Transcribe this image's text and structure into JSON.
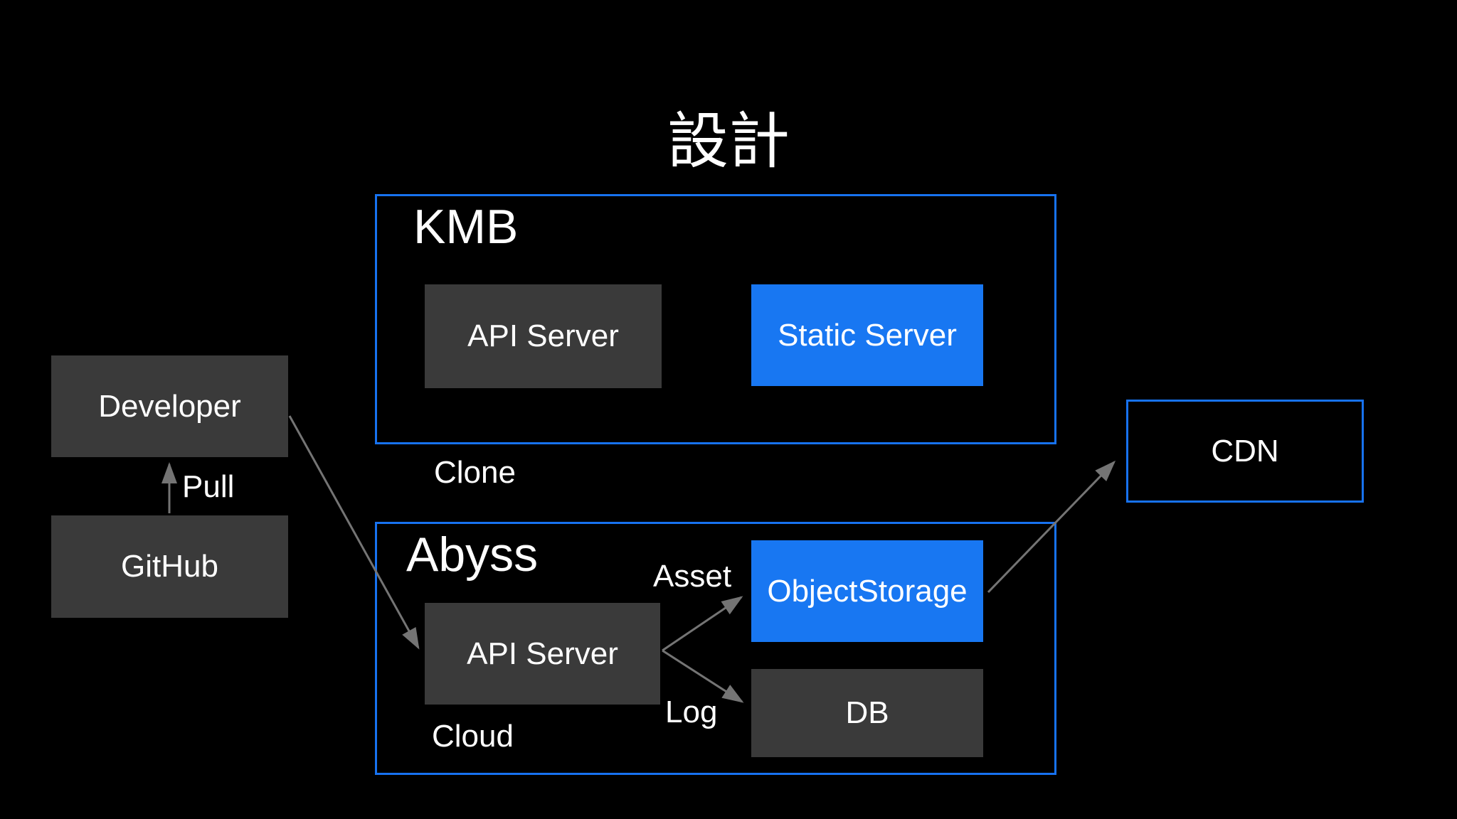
{
  "title": "設計",
  "colors": {
    "background": "#000000",
    "panel_border_blue": "#1772f0",
    "accent_blue_fill": "#1877f2",
    "dark_box_fill": "#3a3a3a",
    "arrow_gray": "#747474",
    "text_white": "#ffffff"
  },
  "groups": {
    "kmb": {
      "label": "KMB",
      "nodes": {
        "api_server": {
          "label": "API Server"
        },
        "static_server": {
          "label": "Static Server"
        }
      }
    },
    "abyss": {
      "label": "Abyss",
      "footer_label": "Cloud",
      "nodes": {
        "api_server": {
          "label": "API Server"
        },
        "object_storage": {
          "label": "ObjectStorage"
        },
        "db": {
          "label": "DB"
        }
      }
    }
  },
  "nodes": {
    "developer": {
      "label": "Developer"
    },
    "github": {
      "label": "GitHub"
    },
    "cdn": {
      "label": "CDN"
    }
  },
  "edges": {
    "pull": {
      "label": "Pull"
    },
    "clone": {
      "label": "Clone"
    },
    "asset": {
      "label": "Asset"
    },
    "log": {
      "label": "Log"
    }
  },
  "arrows": [
    {
      "from": "GitHub",
      "to": "Developer"
    },
    {
      "from": "Developer",
      "to": "Abyss API Server"
    },
    {
      "from": "Abyss API Server",
      "to": "ObjectStorage"
    },
    {
      "from": "Abyss API Server",
      "to": "DB"
    },
    {
      "from": "ObjectStorage",
      "to": "CDN"
    }
  ]
}
